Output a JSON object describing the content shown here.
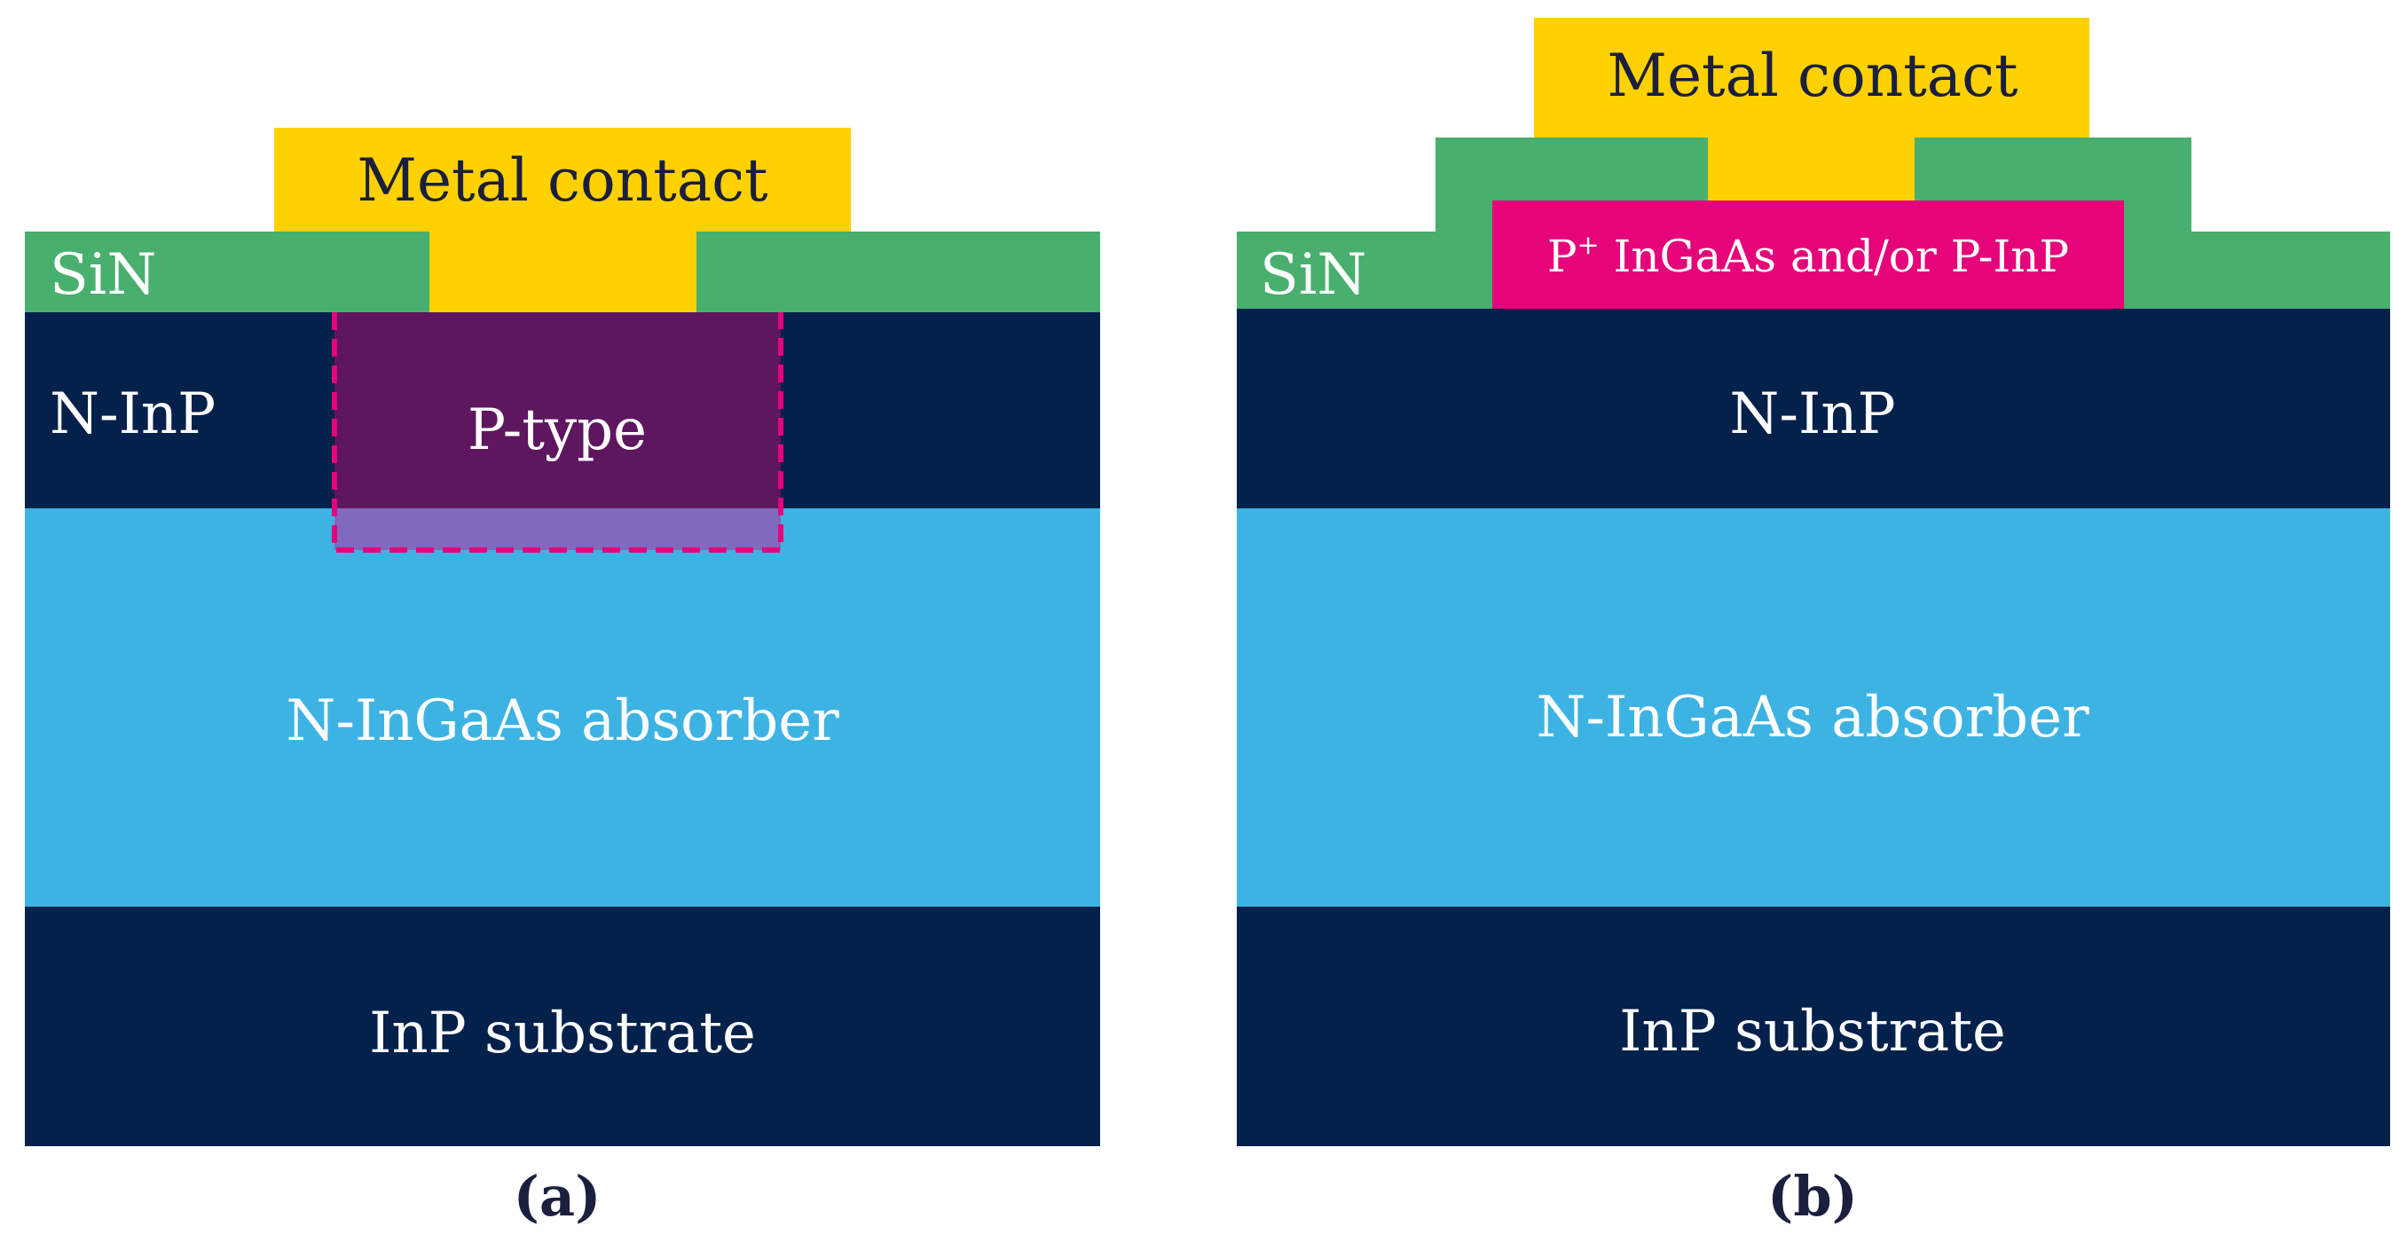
{
  "colors": {
    "dark_navy": "#03214A",
    "light_blue": "#3DB3E3",
    "sin_green": "#48AF6E",
    "metal_yellow": "#FFD100",
    "p_type_purple": "#5E165E",
    "p_type_overlap": "#8069BE",
    "p_plus_magenta": "#E5047A",
    "dashed_border": "#E5047A",
    "white_text": "#FFFFFF",
    "dark_text": "#1A1F3D"
  },
  "diagram_a": {
    "caption": "(a)",
    "metal_contact": "Metal contact",
    "sin": "SiN",
    "n_inp": "N-InP",
    "p_type": "P-type",
    "absorber": "N-InGaAs absorber",
    "substrate": "InP substrate"
  },
  "diagram_b": {
    "caption": "(b)",
    "metal_contact": "Metal contact",
    "sin": "SiN",
    "p_plus_base": "P",
    "p_plus_sup": "+",
    "p_plus_rest": " InGaAs and/or P-InP",
    "n_inp": "N-InP",
    "absorber": "N-InGaAs absorber",
    "substrate": "InP substrate"
  }
}
